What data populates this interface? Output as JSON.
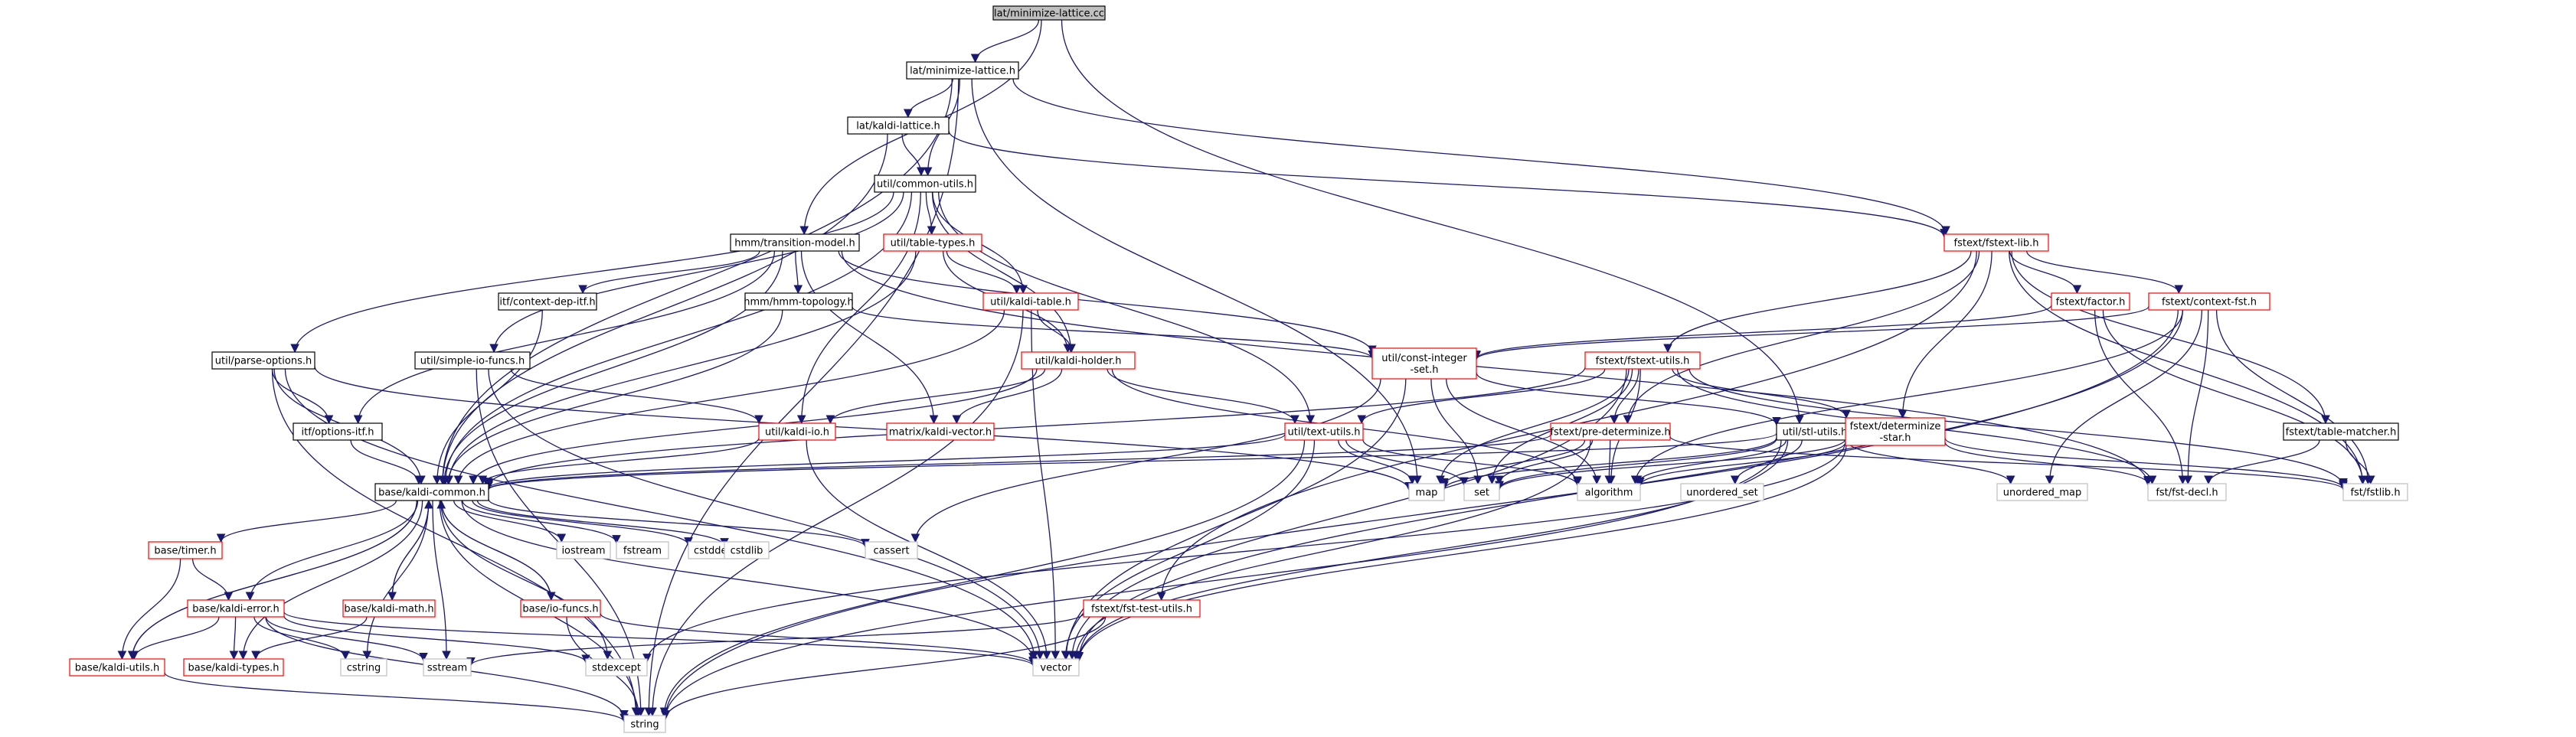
{
  "colors": {
    "edge": "#191970",
    "normal_border": "#000000",
    "normal_text": "#000000",
    "highlight_border": "#ff0000",
    "highlight_text": "#000000",
    "system_border": "#bfbfbf",
    "system_text": "#000000",
    "root_fill": "#bfbfbf"
  },
  "nodes": [
    {
      "id": "root",
      "label": "lat/minimize-lattice.cc",
      "kind": "root"
    },
    {
      "id": "minlat",
      "label": "lat/minimize-lattice.h",
      "kind": "normal"
    },
    {
      "id": "kaldilat",
      "label": "lat/kaldi-lattice.h",
      "kind": "normal"
    },
    {
      "id": "common",
      "label": "util/common-utils.h",
      "kind": "normal"
    },
    {
      "id": "transmodel",
      "label": "hmm/transition-model.h",
      "kind": "normal"
    },
    {
      "id": "tabletypes",
      "label": "util/table-types.h",
      "kind": "highlight"
    },
    {
      "id": "fstextlib",
      "label": "fstext/fstext-lib.h",
      "kind": "highlight"
    },
    {
      "id": "ctxdep",
      "label": "itf/context-dep-itf.h",
      "kind": "normal"
    },
    {
      "id": "hmmtopo",
      "label": "hmm/hmm-topology.h",
      "kind": "normal"
    },
    {
      "id": "kalditable",
      "label": "util/kaldi-table.h",
      "kind": "highlight"
    },
    {
      "id": "factor",
      "label": "fstext/factor.h",
      "kind": "highlight"
    },
    {
      "id": "contextfst",
      "label": "fstext/context-fst.h",
      "kind": "highlight"
    },
    {
      "id": "parseopt",
      "label": "util/parse-options.h",
      "kind": "normal"
    },
    {
      "id": "simpleio",
      "label": "util/simple-io-funcs.h",
      "kind": "normal"
    },
    {
      "id": "constint",
      "label": "util/const-integer-set.h",
      "kind": "highlight",
      "lines": [
        "util/const-integer",
        "-set.h"
      ]
    },
    {
      "id": "fstextutils",
      "label": "fstext/fstext-utils.h",
      "kind": "highlight"
    },
    {
      "id": "kaldiholder",
      "label": "util/kaldi-holder.h",
      "kind": "highlight"
    },
    {
      "id": "optionsitf",
      "label": "itf/options-itf.h",
      "kind": "normal"
    },
    {
      "id": "kaldiio",
      "label": "util/kaldi-io.h",
      "kind": "highlight"
    },
    {
      "id": "kaldivector",
      "label": "matrix/kaldi-vector.h",
      "kind": "highlight"
    },
    {
      "id": "textutils",
      "label": "util/text-utils.h",
      "kind": "highlight"
    },
    {
      "id": "predet",
      "label": "fstext/pre-determinize.h",
      "kind": "highlight"
    },
    {
      "id": "stlutils",
      "label": "util/stl-utils.h",
      "kind": "normal"
    },
    {
      "id": "determinize",
      "label": "fstext/determinize-star.h",
      "kind": "highlight",
      "lines": [
        "fstext/determinize",
        "-star.h"
      ]
    },
    {
      "id": "tablematcher",
      "label": "fstext/table-matcher.h",
      "kind": "normal"
    },
    {
      "id": "kaldicommon",
      "label": "base/kaldi-common.h",
      "kind": "normal"
    },
    {
      "id": "map",
      "label": "map",
      "kind": "system"
    },
    {
      "id": "set",
      "label": "set",
      "kind": "system"
    },
    {
      "id": "algorithm",
      "label": "algorithm",
      "kind": "system"
    },
    {
      "id": "unorderedset",
      "label": "unordered_set",
      "kind": "system"
    },
    {
      "id": "unorderedmap",
      "label": "unordered_map",
      "kind": "system"
    },
    {
      "id": "fstdecl",
      "label": "fst/fst-decl.h",
      "kind": "system"
    },
    {
      "id": "fstlib",
      "label": "fst/fstlib.h",
      "kind": "system"
    },
    {
      "id": "cassert",
      "label": "cassert",
      "kind": "system"
    },
    {
      "id": "timer",
      "label": "base/timer.h",
      "kind": "highlight"
    },
    {
      "id": "iostream",
      "label": "iostream",
      "kind": "system"
    },
    {
      "id": "fstream",
      "label": "fstream",
      "kind": "system"
    },
    {
      "id": "cstddef",
      "label": "cstddef",
      "kind": "system"
    },
    {
      "id": "cstdlib",
      "label": "cstdlib",
      "kind": "system"
    },
    {
      "id": "kaldierror",
      "label": "base/kaldi-error.h",
      "kind": "highlight"
    },
    {
      "id": "kaldimath",
      "label": "base/kaldi-math.h",
      "kind": "highlight"
    },
    {
      "id": "iofuncs",
      "label": "base/io-funcs.h",
      "kind": "highlight"
    },
    {
      "id": "fsttestutils",
      "label": "fstext/fst-test-utils.h",
      "kind": "highlight"
    },
    {
      "id": "kaldiutils",
      "label": "base/kaldi-utils.h",
      "kind": "highlight"
    },
    {
      "id": "kalditypes",
      "label": "base/kaldi-types.h",
      "kind": "highlight"
    },
    {
      "id": "cstring",
      "label": "cstring",
      "kind": "system"
    },
    {
      "id": "sstream",
      "label": "sstream",
      "kind": "system"
    },
    {
      "id": "stdexcept",
      "label": "stdexcept",
      "kind": "system"
    },
    {
      "id": "vector",
      "label": "vector",
      "kind": "system"
    },
    {
      "id": "string",
      "label": "string",
      "kind": "system"
    }
  ],
  "edges": [
    [
      "root",
      "minlat"
    ],
    [
      "root",
      "transmodel"
    ],
    [
      "root",
      "stlutils"
    ],
    [
      "minlat",
      "kaldilat"
    ],
    [
      "minlat",
      "common"
    ],
    [
      "minlat",
      "fstextlib"
    ],
    [
      "minlat",
      "kaldicommon"
    ],
    [
      "minlat",
      "map"
    ],
    [
      "minlat",
      "string"
    ],
    [
      "kaldilat",
      "common"
    ],
    [
      "kaldilat",
      "fstextlib"
    ],
    [
      "kaldilat",
      "kaldicommon"
    ],
    [
      "common",
      "tabletypes"
    ],
    [
      "common",
      "kalditable"
    ],
    [
      "common",
      "kaldiholder"
    ],
    [
      "common",
      "parseopt"
    ],
    [
      "common",
      "simpleio"
    ],
    [
      "common",
      "kaldiio"
    ],
    [
      "common",
      "textutils"
    ],
    [
      "common",
      "kaldicommon"
    ],
    [
      "transmodel",
      "ctxdep"
    ],
    [
      "transmodel",
      "hmmtopo"
    ],
    [
      "transmodel",
      "constint"
    ],
    [
      "transmodel",
      "optionsitf"
    ],
    [
      "transmodel",
      "kaldivector"
    ],
    [
      "transmodel",
      "fstdecl"
    ],
    [
      "transmodel",
      "kaldicommon"
    ],
    [
      "tabletypes",
      "kalditable"
    ],
    [
      "tabletypes",
      "kaldiholder"
    ],
    [
      "tabletypes",
      "kaldicommon"
    ],
    [
      "fstextlib",
      "factor"
    ],
    [
      "fstextlib",
      "contextfst"
    ],
    [
      "fstextlib",
      "fstextutils"
    ],
    [
      "fstextlib",
      "predet"
    ],
    [
      "fstextlib",
      "determinize"
    ],
    [
      "fstextlib",
      "tablematcher"
    ],
    [
      "fstextlib",
      "fsttestutils"
    ],
    [
      "fstextlib",
      "fstlib"
    ],
    [
      "ctxdep",
      "kaldicommon"
    ],
    [
      "hmmtopo",
      "kaldicommon"
    ],
    [
      "hmmtopo",
      "constint"
    ],
    [
      "kalditable",
      "kaldiholder"
    ],
    [
      "kalditable",
      "kaldicommon"
    ],
    [
      "kalditable",
      "vector"
    ],
    [
      "kalditable",
      "string"
    ],
    [
      "factor",
      "constint"
    ],
    [
      "factor",
      "fstdecl"
    ],
    [
      "factor",
      "fstlib"
    ],
    [
      "contextfst",
      "constint"
    ],
    [
      "contextfst",
      "unorderedmap"
    ],
    [
      "contextfst",
      "fstdecl"
    ],
    [
      "contextfst",
      "fstlib"
    ],
    [
      "contextfst",
      "algorithm"
    ],
    [
      "contextfst",
      "vector"
    ],
    [
      "contextfst",
      "string"
    ],
    [
      "parseopt",
      "optionsitf"
    ],
    [
      "parseopt",
      "kaldicommon"
    ],
    [
      "parseopt",
      "map"
    ],
    [
      "parseopt",
      "vector"
    ],
    [
      "parseopt",
      "string"
    ],
    [
      "simpleio",
      "kaldiio"
    ],
    [
      "simpleio",
      "vector"
    ],
    [
      "simpleio",
      "string"
    ],
    [
      "constint",
      "set"
    ],
    [
      "constint",
      "algorithm"
    ],
    [
      "constint",
      "vector"
    ],
    [
      "constint",
      "cassert"
    ],
    [
      "constint",
      "stlutils"
    ],
    [
      "fstextutils",
      "textutils"
    ],
    [
      "fstextutils",
      "determinize"
    ],
    [
      "fstextutils",
      "predet"
    ],
    [
      "fstextutils",
      "kaldicommon"
    ],
    [
      "fstextutils",
      "map"
    ],
    [
      "fstextutils",
      "set"
    ],
    [
      "fstextutils",
      "algorithm"
    ],
    [
      "fstextutils",
      "fstdecl"
    ],
    [
      "fstextutils",
      "fstlib"
    ],
    [
      "fstextutils",
      "vector"
    ],
    [
      "kaldiholder",
      "kaldiio"
    ],
    [
      "kaldiholder",
      "textutils"
    ],
    [
      "kaldiholder",
      "kaldivector"
    ],
    [
      "kaldiholder",
      "algorithm"
    ],
    [
      "kaldiholder",
      "kaldicommon"
    ],
    [
      "optionsitf",
      "kaldicommon"
    ],
    [
      "kaldiio",
      "kaldicommon"
    ],
    [
      "kaldiio",
      "vector"
    ],
    [
      "textutils",
      "kaldicommon"
    ],
    [
      "textutils",
      "map"
    ],
    [
      "textutils",
      "set"
    ],
    [
      "textutils",
      "algorithm"
    ],
    [
      "textutils",
      "vector"
    ],
    [
      "textutils",
      "string"
    ],
    [
      "predet",
      "kaldicommon"
    ],
    [
      "predet",
      "map"
    ],
    [
      "predet",
      "set"
    ],
    [
      "predet",
      "algorithm"
    ],
    [
      "predet",
      "fstlib"
    ],
    [
      "predet",
      "vector"
    ],
    [
      "stlutils",
      "kaldicommon"
    ],
    [
      "stlutils",
      "map"
    ],
    [
      "stlutils",
      "set"
    ],
    [
      "stlutils",
      "algorithm"
    ],
    [
      "stlutils",
      "unorderedset"
    ],
    [
      "stlutils",
      "unorderedmap"
    ],
    [
      "stlutils",
      "vector"
    ],
    [
      "stlutils",
      "string"
    ],
    [
      "determinize",
      "fstdecl"
    ],
    [
      "determinize",
      "fstlib"
    ],
    [
      "determinize",
      "set"
    ],
    [
      "determinize",
      "algorithm"
    ],
    [
      "determinize",
      "vector"
    ],
    [
      "determinize",
      "stdexcept"
    ],
    [
      "tablematcher",
      "fstdecl"
    ],
    [
      "tablematcher",
      "fstlib"
    ],
    [
      "kaldicommon",
      "timer"
    ],
    [
      "kaldicommon",
      "kaldierror"
    ],
    [
      "kaldicommon",
      "kaldimath"
    ],
    [
      "kaldicommon",
      "iofuncs"
    ],
    [
      "kaldicommon",
      "kaldiutils"
    ],
    [
      "kaldicommon",
      "kalditypes"
    ],
    [
      "kaldicommon",
      "iostream"
    ],
    [
      "kaldicommon",
      "fstream"
    ],
    [
      "kaldicommon",
      "cstddef"
    ],
    [
      "kaldicommon",
      "cstdlib"
    ],
    [
      "kaldicommon",
      "cassert"
    ],
    [
      "kaldicommon",
      "sstream"
    ],
    [
      "kaldicommon",
      "stdexcept"
    ],
    [
      "kaldicommon",
      "vector"
    ],
    [
      "kaldicommon",
      "string"
    ],
    [
      "kaldicommon",
      "cstring"
    ],
    [
      "timer",
      "kaldiutils"
    ],
    [
      "timer",
      "kaldierror"
    ],
    [
      "kaldierror",
      "kaldiutils"
    ],
    [
      "kaldierror",
      "kalditypes"
    ],
    [
      "kaldierror",
      "cstring"
    ],
    [
      "kaldierror",
      "sstream"
    ],
    [
      "kaldierror",
      "stdexcept"
    ],
    [
      "kaldierror",
      "vector"
    ],
    [
      "kaldierror",
      "string"
    ],
    [
      "kaldimath",
      "kaldicommon"
    ],
    [
      "kaldimath",
      "kalditypes"
    ],
    [
      "iofuncs",
      "kaldicommon"
    ],
    [
      "iofuncs",
      "vector"
    ],
    [
      "iofuncs",
      "string"
    ],
    [
      "fsttestutils",
      "sstream"
    ],
    [
      "fsttestutils",
      "string"
    ],
    [
      "kaldiutils",
      "string"
    ],
    [
      "kaldicommon",
      "kaldiutils"
    ]
  ]
}
